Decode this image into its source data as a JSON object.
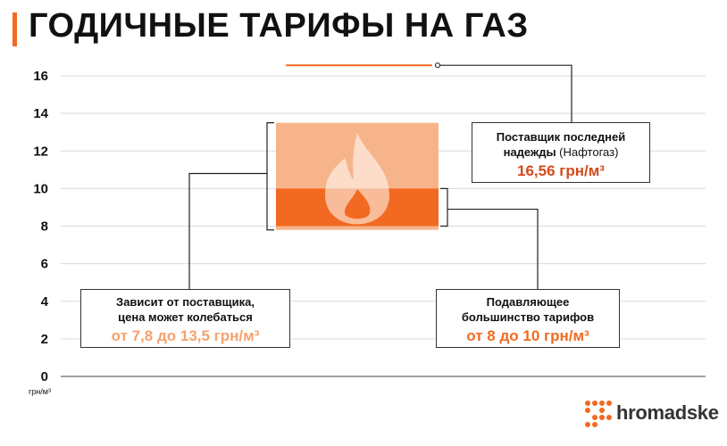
{
  "title": "ГОДИЧНЫЕ ТАРИФЫ НА ГАЗ",
  "colors": {
    "accent": "#f26a21",
    "light": "#f7b48a",
    "dark_orange": "#d24a1c"
  },
  "chart_data": {
    "type": "bar",
    "ylim": [
      0,
      16
    ],
    "yticks": [
      "0",
      "2",
      "4",
      "6",
      "8",
      "10",
      "12",
      "14",
      "16"
    ],
    "y_unit": "грн/м³",
    "grid": true,
    "ranges": [
      {
        "from": 7.8,
        "to": 13.5,
        "color": "#f7b48a"
      },
      {
        "from": 8,
        "to": 10,
        "color": "#f26a21"
      }
    ],
    "reference_line": {
      "value": 16.56,
      "color": "#f26a21"
    }
  },
  "callouts": {
    "top": {
      "line1": "Поставщик последней",
      "line2_bold": "надежды",
      "line2_rest": " (Нафтогаз)",
      "value": "16,56 грн/м³"
    },
    "left": {
      "line1": "Зависит от поставщика,",
      "line2": "цена может колебаться",
      "value": "от 7,8 до 13,5 грн/м³"
    },
    "right": {
      "line1": "Подавляющее",
      "line2": "большинство тарифов",
      "value": "от 8 до 10 грн/м³"
    }
  },
  "logo": {
    "text": "hromadske",
    "icon": "dot-grid-logo-icon"
  }
}
